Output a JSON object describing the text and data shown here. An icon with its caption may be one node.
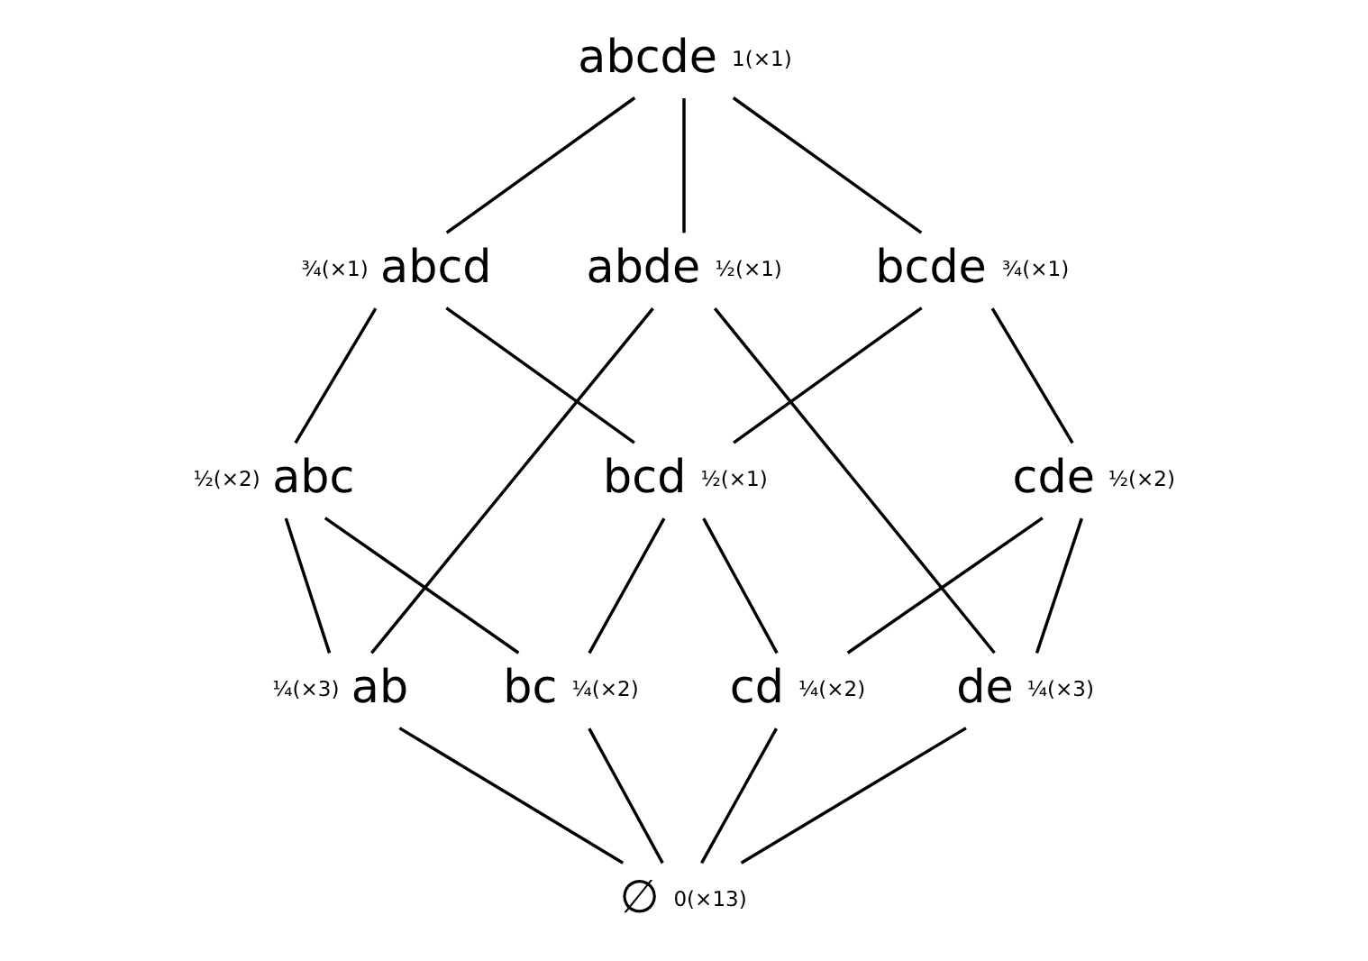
{
  "diagram": {
    "nodes": [
      {
        "text": [
          "abcde"
        ],
        "beside": [
          "1(×1)"
        ]
      },
      {
        "text": [
          "abcd"
        ],
        "beside": [
          "¾(×1)"
        ]
      },
      {
        "text": [
          "abde"
        ],
        "beside": [
          "½(×1)"
        ]
      },
      {
        "text": [
          "bcde"
        ],
        "beside": [
          "¾(×1)"
        ]
      },
      {
        "text": [
          "abc"
        ],
        "beside": [
          "½(×2)"
        ]
      },
      {
        "text": [
          "bcd"
        ],
        "beside": [
          "½(×1)"
        ]
      },
      {
        "text": [
          "cde"
        ],
        "beside": [
          "½(×2)"
        ]
      },
      {
        "text": [
          "ab"
        ],
        "beside": [
          "¼(×3)"
        ]
      },
      {
        "text": [
          "bc"
        ],
        "beside": [
          "¼(×2)"
        ]
      },
      {
        "text": [
          "cd"
        ],
        "beside": [
          "¼(×2)"
        ]
      },
      {
        "text": [
          "de"
        ],
        "beside": [
          "¼(×3)"
        ]
      },
      {
        "text": [
          "∅"
        ],
        "beside": [
          "0(×13)"
        ]
      }
    ],
    "edges": [
      {
        "from": 0,
        "to": 1,
        "arrow": "none"
      },
      {
        "from": 0,
        "to": 2,
        "arrow": "none"
      },
      {
        "from": 0,
        "to": 3,
        "arrow": "none"
      },
      {
        "from": 1,
        "to": 4,
        "arrow": "none"
      },
      {
        "from": 1,
        "to": 5,
        "arrow": "none"
      },
      {
        "from": 2,
        "to": 7,
        "arrow": "none"
      },
      {
        "from": 2,
        "to": 10,
        "arrow": "none"
      },
      {
        "from": 3,
        "to": 5,
        "arrow": "none"
      },
      {
        "from": 3,
        "to": 6,
        "arrow": "none"
      },
      {
        "from": 4,
        "to": 7,
        "arrow": "none"
      },
      {
        "from": 4,
        "to": 8,
        "arrow": "none"
      },
      {
        "from": 5,
        "to": 8,
        "arrow": "none"
      },
      {
        "from": 5,
        "to": 9,
        "arrow": "none"
      },
      {
        "from": 6,
        "to": 9,
        "arrow": "none"
      },
      {
        "from": 6,
        "to": 10,
        "arrow": "none"
      },
      {
        "from": 7,
        "to": 11,
        "arrow": "none"
      },
      {
        "from": 8,
        "to": 11,
        "arrow": "none"
      },
      {
        "from": 9,
        "to": 11,
        "arrow": "none"
      },
      {
        "from": 10,
        "to": 11,
        "arrow": "none"
      }
    ]
  }
}
